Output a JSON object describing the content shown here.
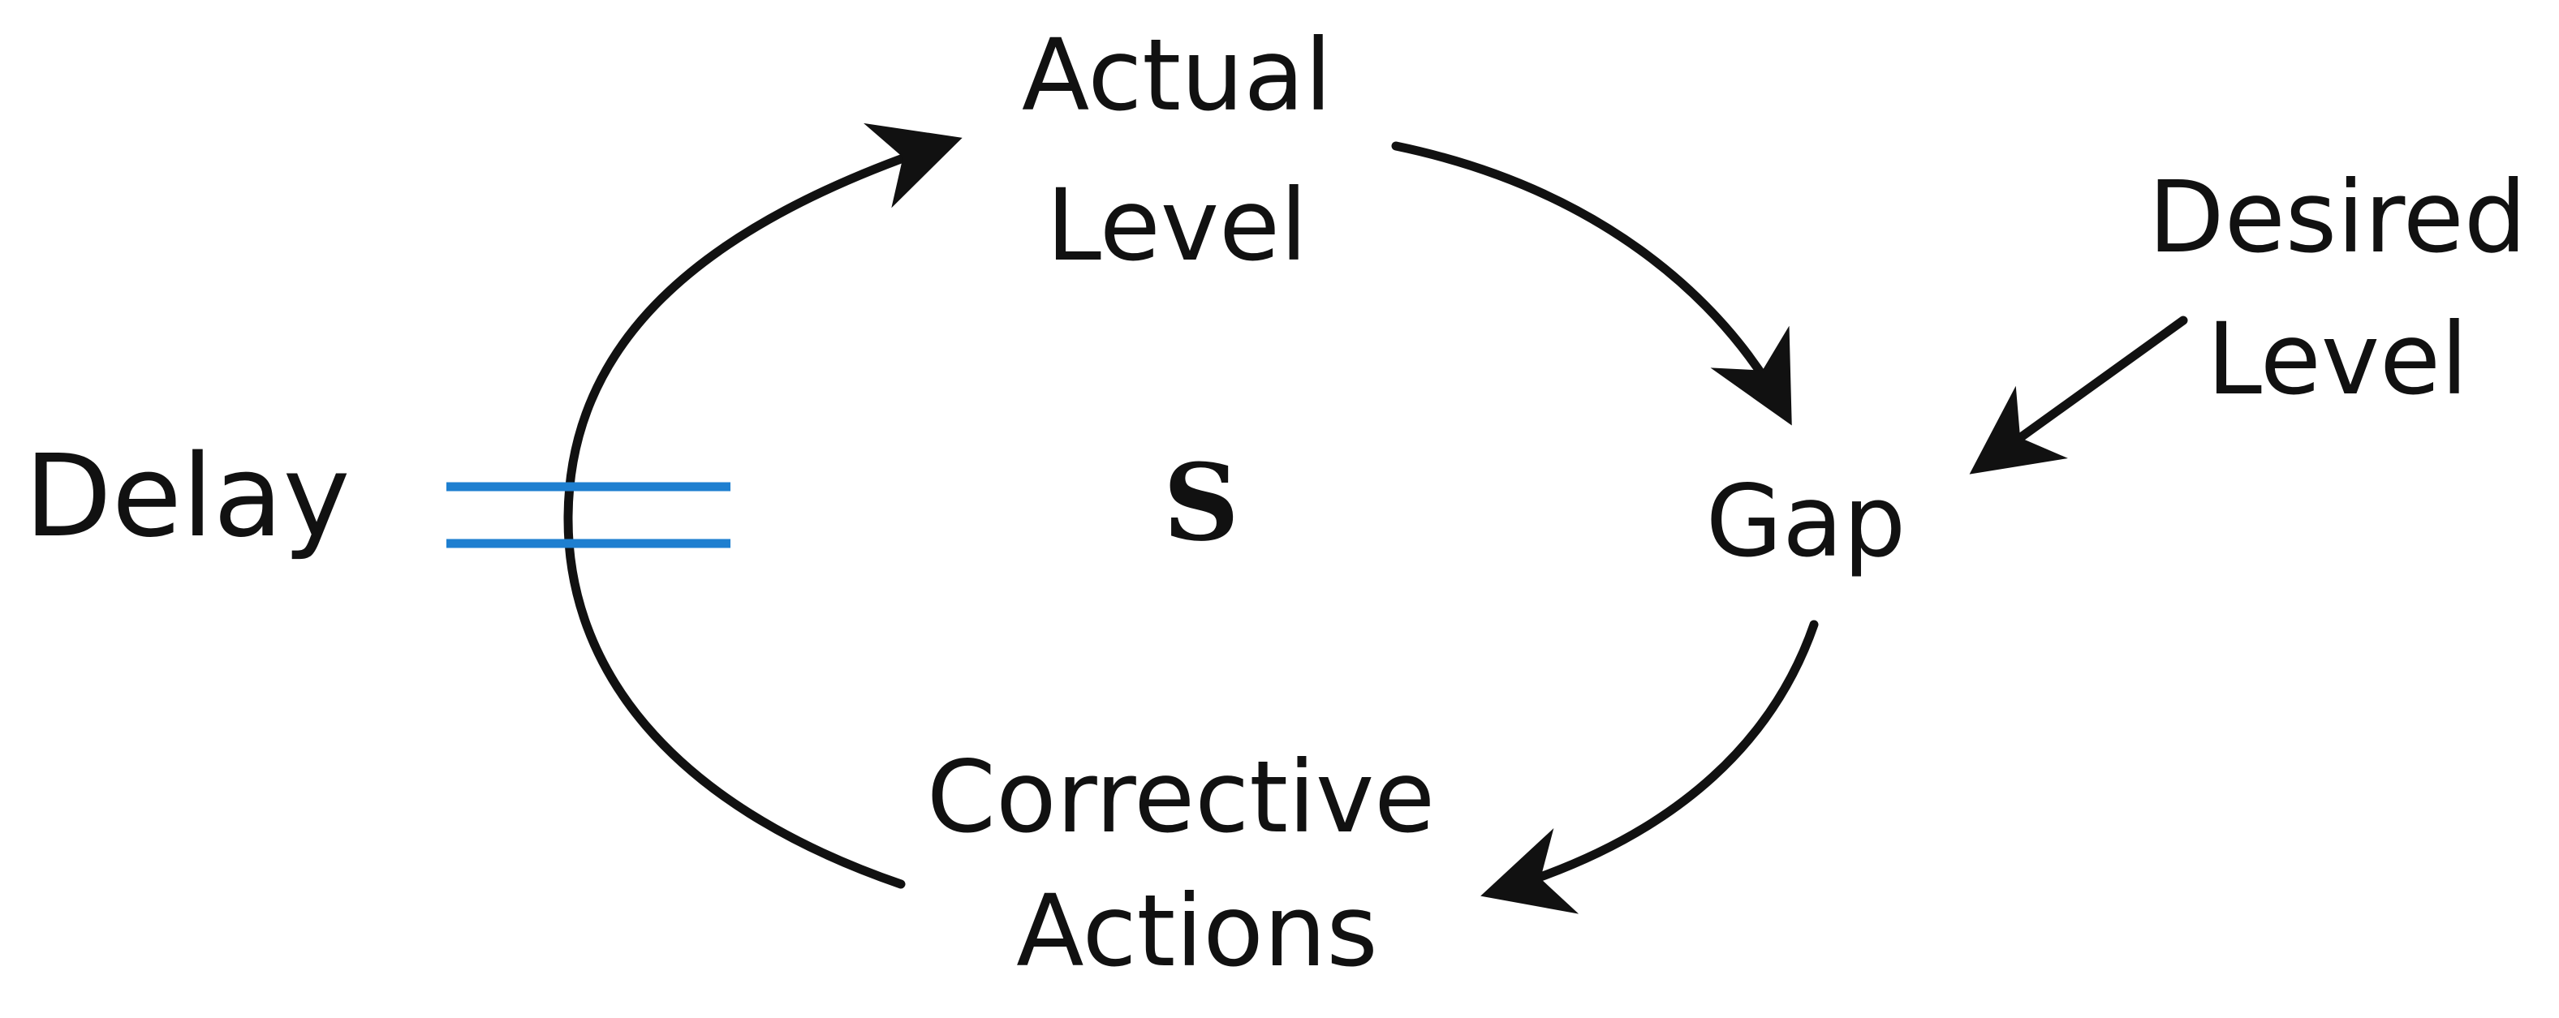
{
  "nodes": {
    "actual_level": {
      "line1": "Actual",
      "line2": "Level"
    },
    "gap": {
      "label": "Gap"
    },
    "desired_level": {
      "line1": "Desired",
      "line2": "Level"
    },
    "corrective_actions": {
      "line1": "Corrective",
      "line2": "Actions"
    }
  },
  "delay": {
    "label": "Delay"
  },
  "loop": {
    "polarity": "S"
  },
  "colors": {
    "stroke": "#111111",
    "delay_mark": "#1e7fd0",
    "background": "#ffffff"
  }
}
